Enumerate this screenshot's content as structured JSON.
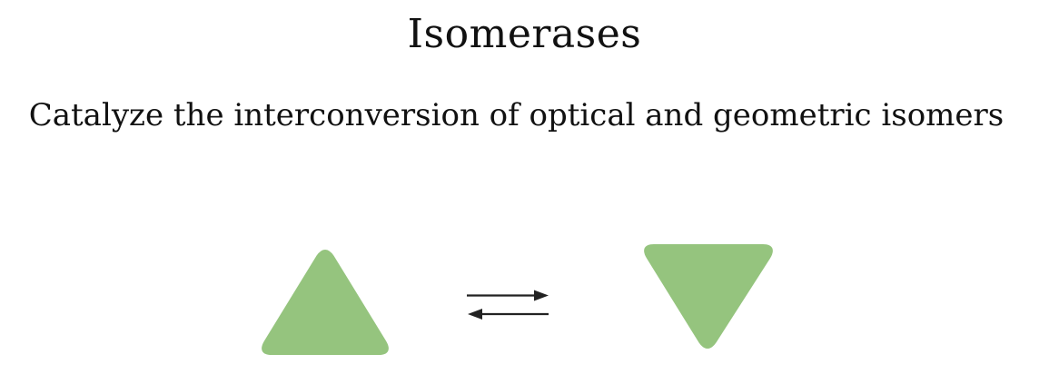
{
  "slide": {
    "title": "Isomerases",
    "subtitle": "Catalyze the interconversion of optical and geometric isomers"
  },
  "diagram": {
    "shape_color": "#95c47e",
    "arrow_color": "#222222",
    "left_shape": "triangle-up",
    "right_shape": "triangle-down",
    "connector": "reversible-equilibrium-arrows"
  }
}
